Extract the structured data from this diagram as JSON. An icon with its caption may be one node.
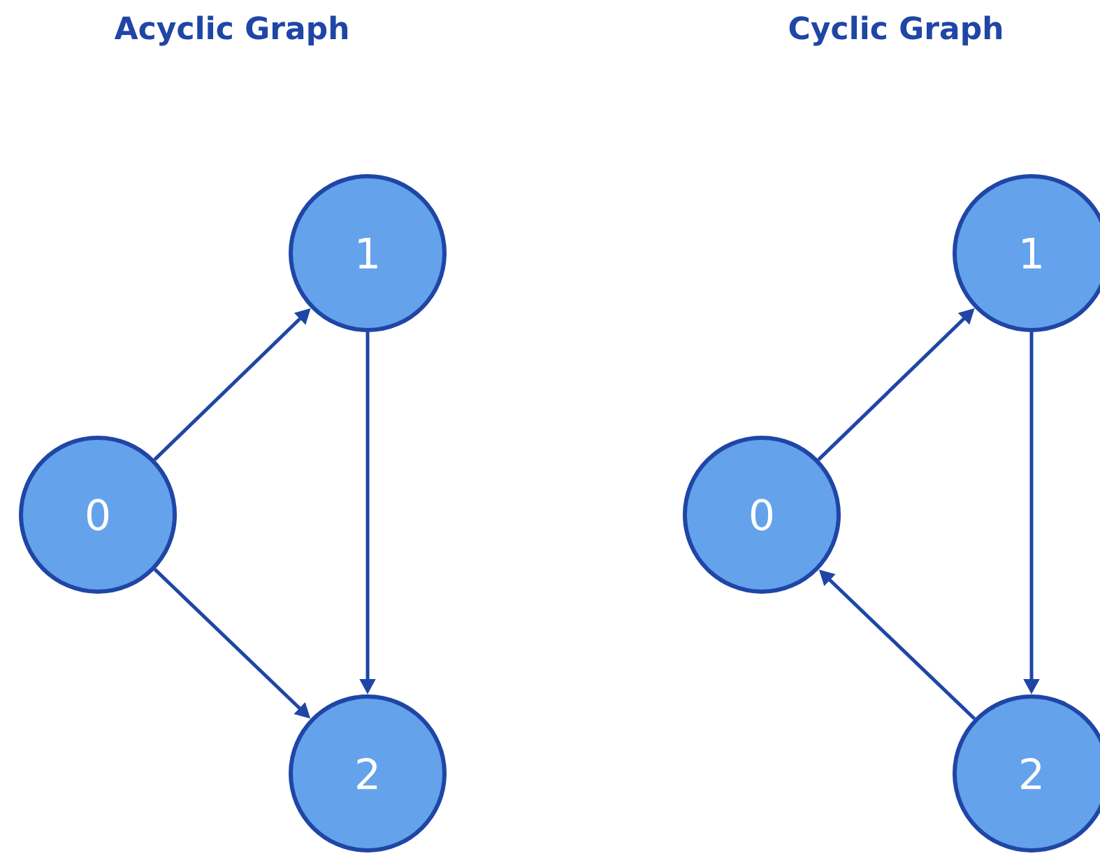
{
  "diagram": {
    "nodes": [
      {
        "text": [
          "0"
        ]
      },
      {
        "text": [
          "1"
        ]
      },
      {
        "text": [
          "2"
        ]
      },
      {
        "text": [
          "0"
        ]
      },
      {
        "text": [
          "1"
        ]
      },
      {
        "text": [
          "2"
        ]
      }
    ],
    "edges": [
      {
        "from": 0,
        "to": 1,
        "arrow": "to"
      },
      {
        "from": 0,
        "to": 2,
        "arrow": "to"
      },
      {
        "from": 1,
        "to": 2,
        "arrow": "to"
      },
      {
        "from": 3,
        "to": 4,
        "arrow": "to"
      },
      {
        "from": 4,
        "to": 5,
        "arrow": "to"
      },
      {
        "from": 5,
        "to": 3,
        "arrow": "to"
      }
    ],
    "labels": [
      "Acyclic Graph",
      "Cyclic Graph"
    ]
  }
}
